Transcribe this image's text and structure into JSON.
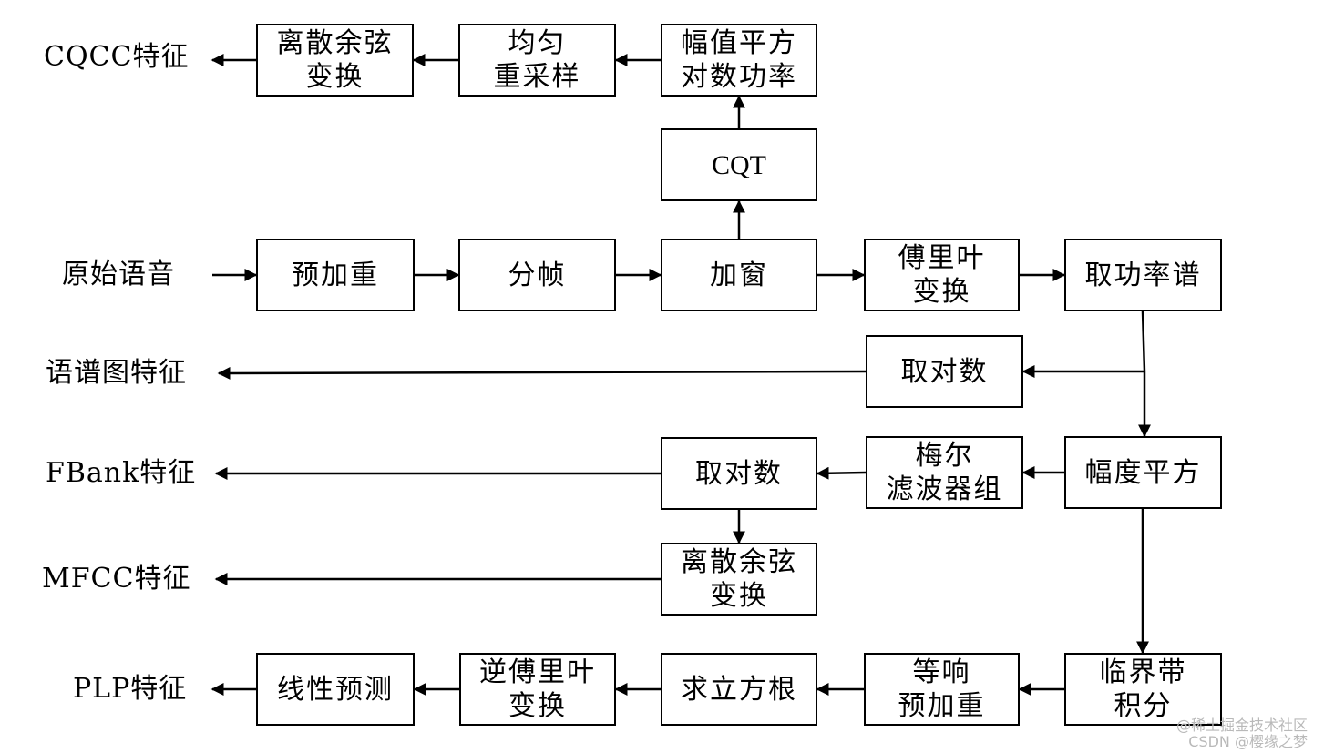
{
  "boxes": {
    "cqcc_dct": "离散余弦\n变换",
    "uniform_resample": "均匀\n重采样",
    "log_power": "幅值平方\n对数功率",
    "cqt": "CQT",
    "pre_emphasis": "预加重",
    "framing": "分帧",
    "windowing": "加窗",
    "fft": "傅里叶\n变换",
    "power_spectrum": "取功率谱",
    "log_spectrogram": "取对数",
    "magnitude_square": "幅度平方",
    "mel_filter_bank": "梅尔\n滤波器组",
    "log_fbank": "取对数",
    "mfcc_dct": "离散余弦\n变换",
    "critical_band": "临界带\n积分",
    "equal_loudness": "等响\n预加重",
    "cube_root": "求立方根",
    "ifft": "逆傅里叶\n变换",
    "linear_prediction": "线性预测"
  },
  "labels": {
    "cqcc": "CQCC特征",
    "raw_speech": "原始语音",
    "spectrogram": "语谱图特征",
    "fbank": "FBank特征",
    "mfcc": "MFCC特征",
    "plp": "PLP特征"
  },
  "watermark": {
    "line1": "@稀土掘金技术社区",
    "line2": "CSDN @樱缘之梦"
  }
}
